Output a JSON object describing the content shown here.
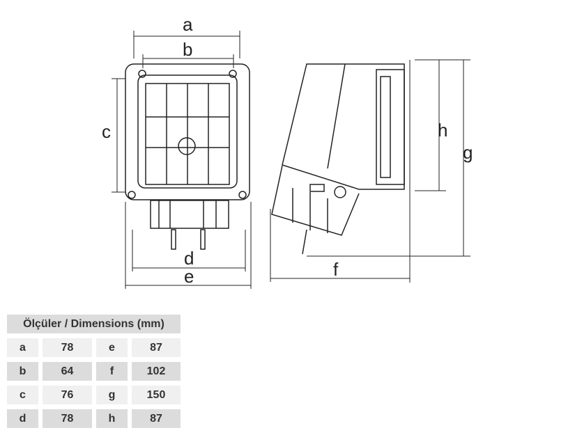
{
  "drawing": {
    "labels": {
      "a": "a",
      "b": "b",
      "c": "c",
      "d": "d",
      "e": "e",
      "f": "f",
      "g": "g",
      "h": "h"
    }
  },
  "table": {
    "title": "Ölçüler / Dimensions (mm)",
    "rows": [
      {
        "k1": "a",
        "v1": "78",
        "k2": "e",
        "v2": "87"
      },
      {
        "k1": "b",
        "v1": "64",
        "k2": "f",
        "v2": "102"
      },
      {
        "k1": "c",
        "v1": "76",
        "k2": "g",
        "v2": "150"
      },
      {
        "k1": "d",
        "v1": "78",
        "k2": "h",
        "v2": "87"
      }
    ]
  }
}
